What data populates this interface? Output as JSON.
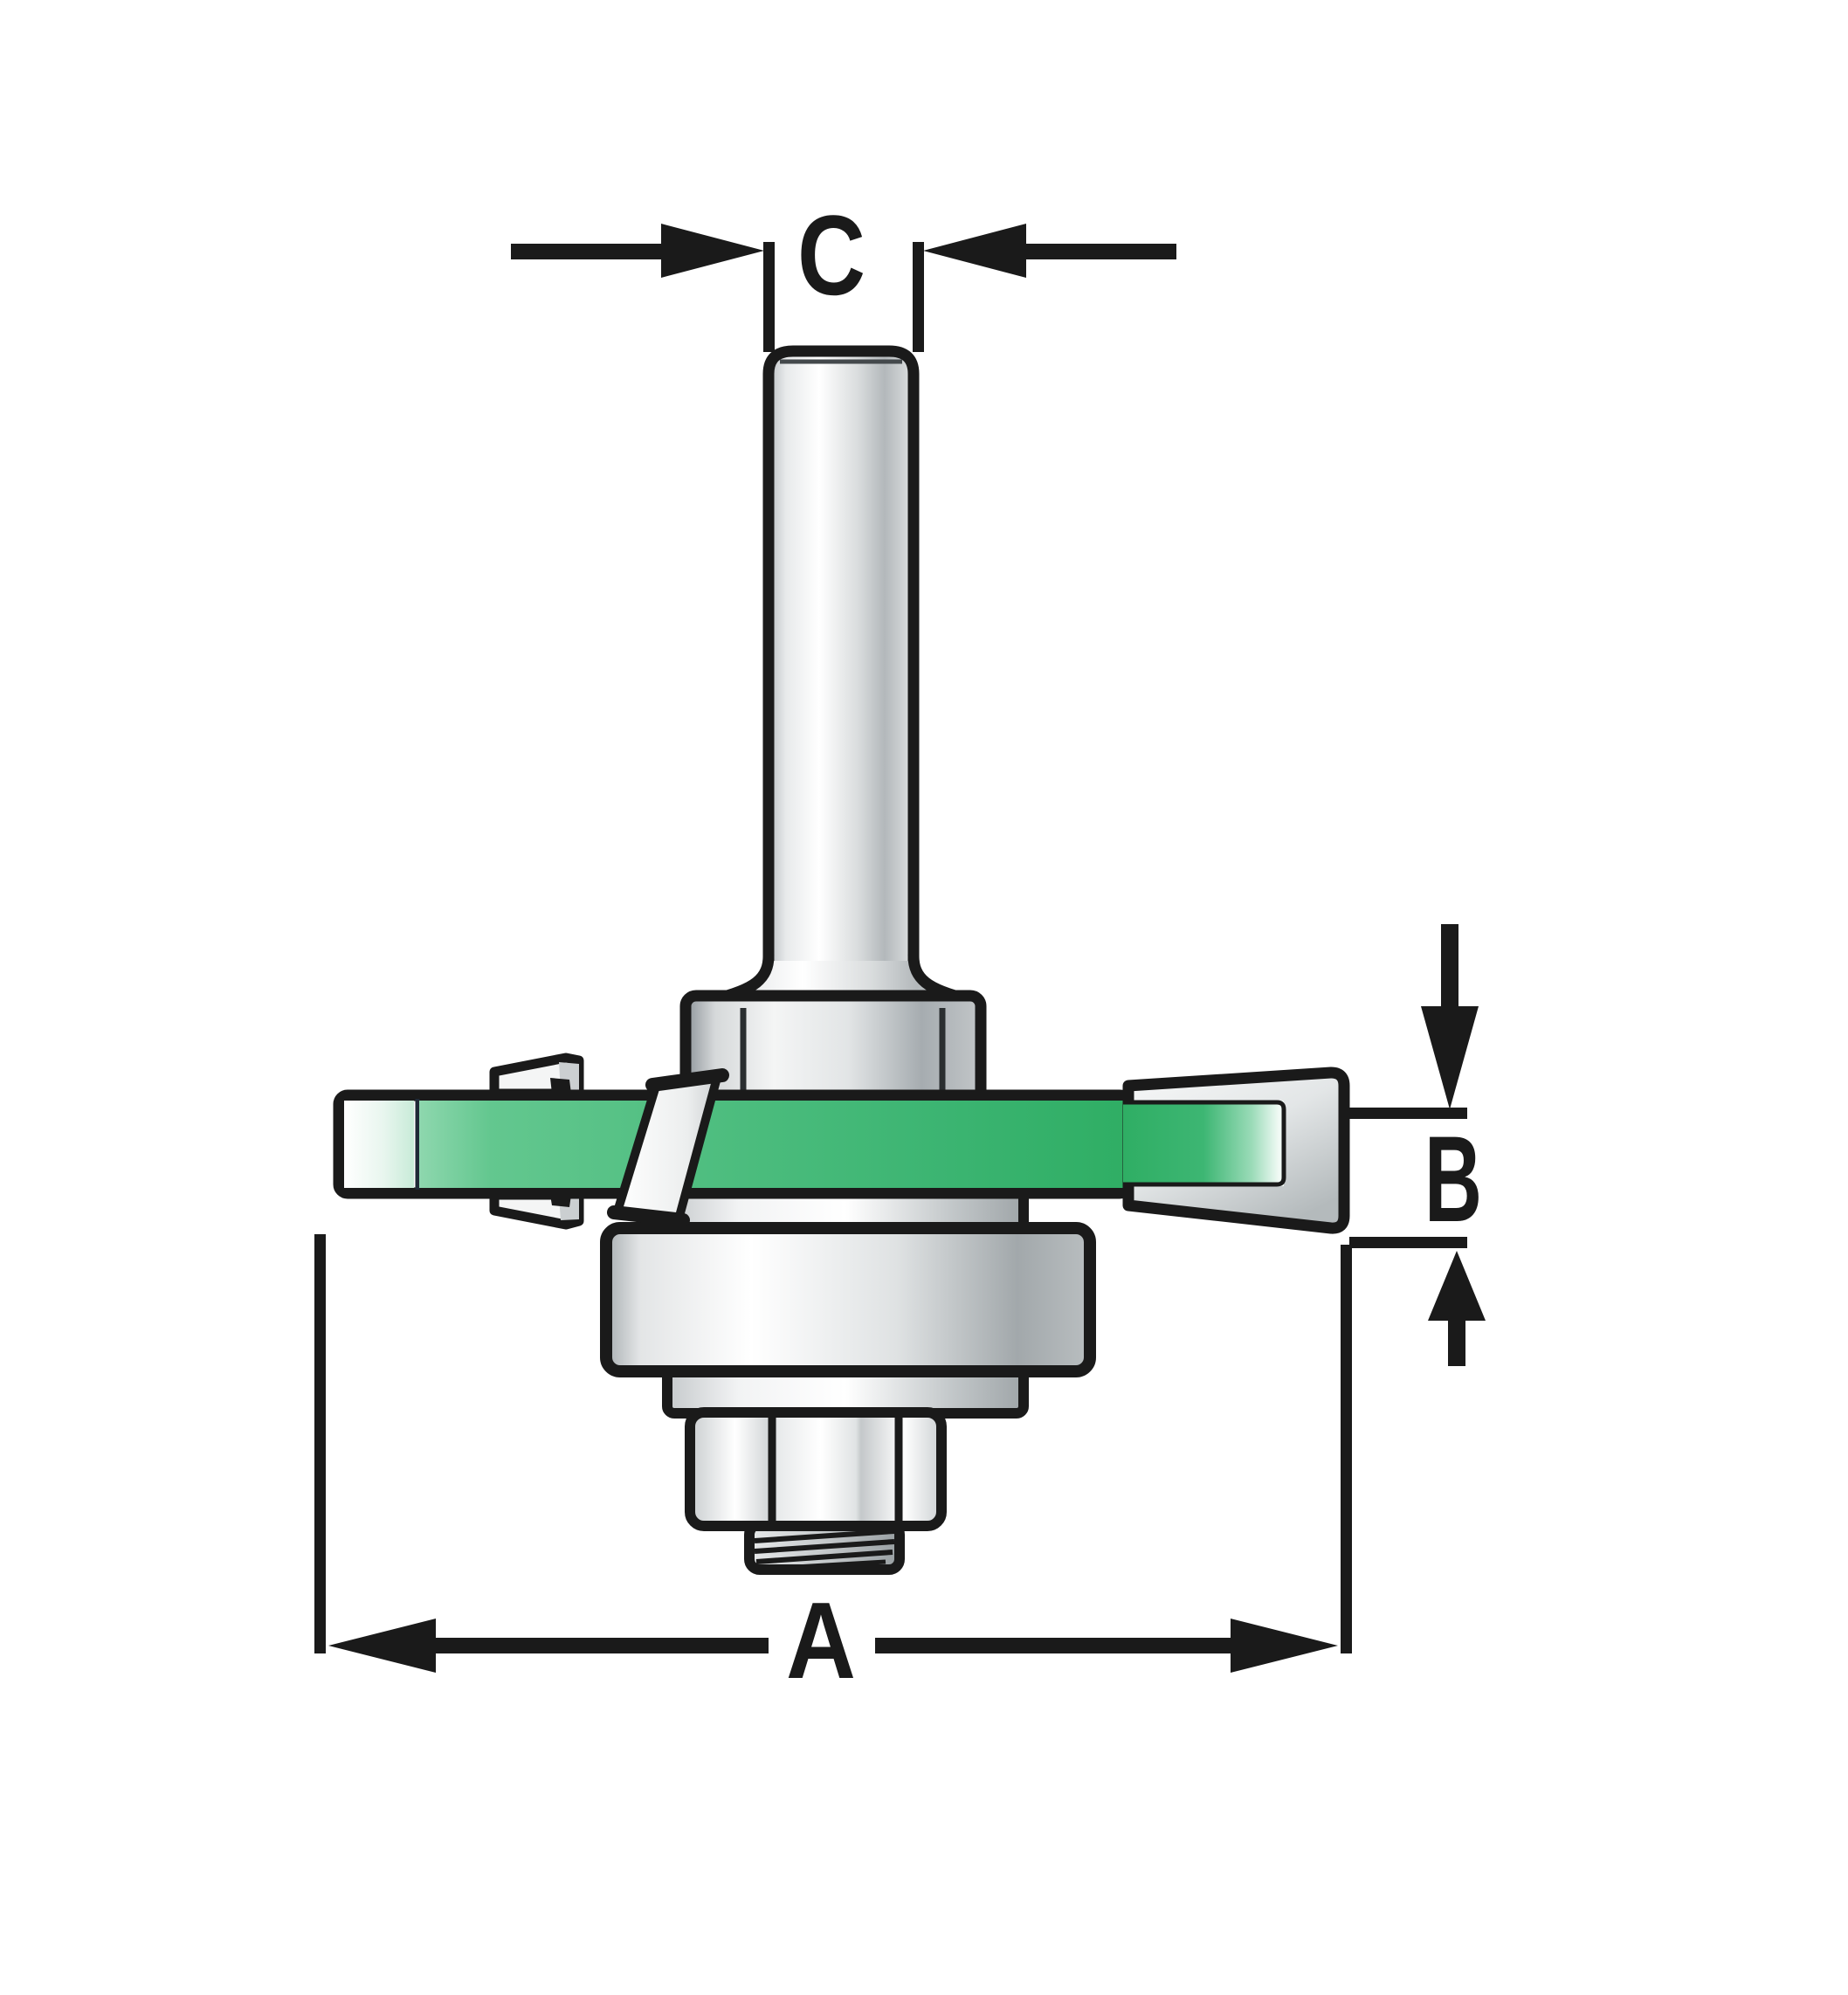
{
  "labels": {
    "dimension_a": "A",
    "dimension_b": "B",
    "dimension_c": "C"
  },
  "colors": {
    "background": "#FFFFFF",
    "outline_black": "#1A1A1A",
    "blade_green": "#4FBE80",
    "blade_green_dark": "#2FAE64",
    "blade_green_pale": "#C8EBD8"
  },
  "parts": {
    "shank": "shank",
    "arbor_collar": "arbor-collar",
    "slot_cutter_blade": "slot-cutter-blade",
    "carbide_tip": "carbide-tip",
    "bearing": "bearing",
    "hex_nut": "hex-nut",
    "threaded_stud": "threaded-stud"
  }
}
